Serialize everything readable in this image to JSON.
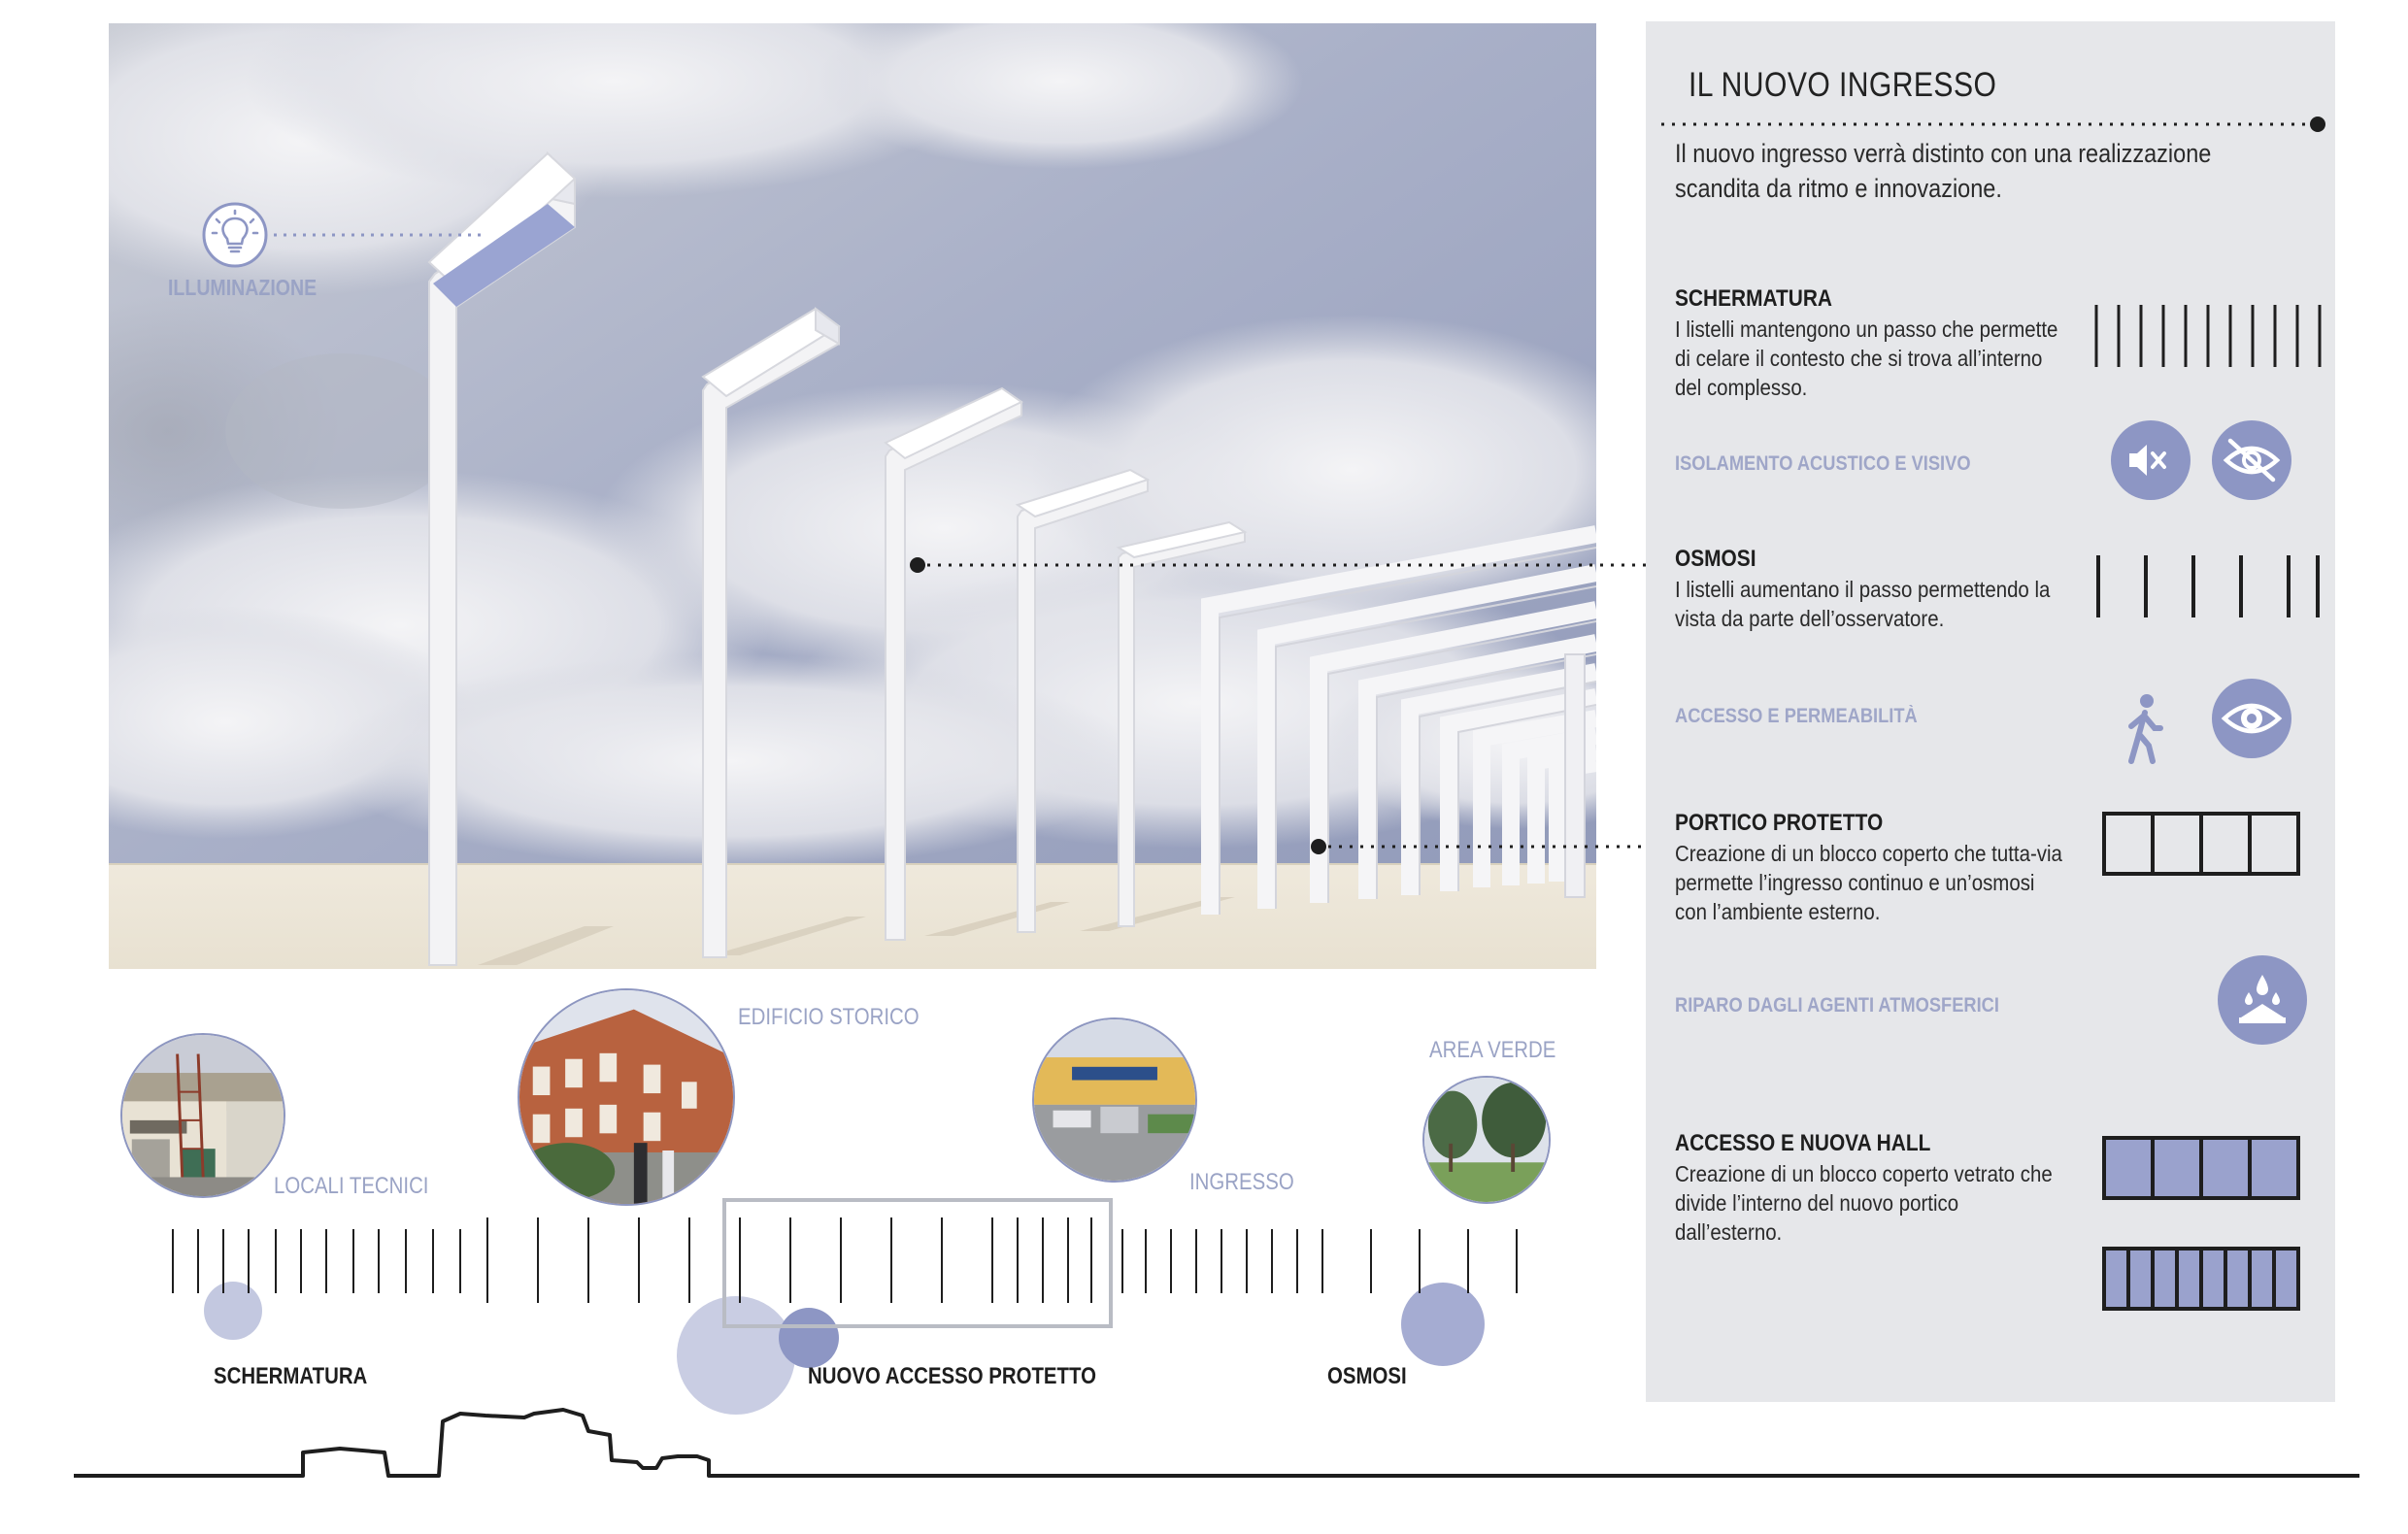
{
  "panel": {
    "title": "IL NUOVO INGRESSO",
    "intro": "Il nuovo ingresso verrà distinto con una realizzazione scandita da ritmo e innovazione.",
    "sections": [
      {
        "heading": "SCHERMATURA",
        "text": "I listelli mantengono un passo che permette di celare il contesto che si trova all’interno del complesso."
      },
      {
        "heading": "OSMOSI",
        "text": "I listelli aumentano il passo permettendo la vista da parte dell’osservatore."
      },
      {
        "heading": "PORTICO PROTETTO",
        "text": "Creazione di un blocco coperto che tutta-via permette l’ingresso continuo e un’osmosi con l’ambiente esterno."
      },
      {
        "heading": "ACCESSO E NUOVA HALL",
        "text": "Creazione di un blocco coperto vetrato che divide l’interno del nuovo portico dall’esterno."
      }
    ],
    "subheadings": [
      "ISOLAMENTO ACUSTICO E VISIVO",
      "ACCESSO E PERMEABILITÀ",
      "RIPARO DAGLI AGENTI ATMOSFERICI"
    ]
  },
  "render": {
    "illumination_label": "ILLUMINAZIONE",
    "icon": "lightbulb-icon"
  },
  "site": {
    "photo_labels": {
      "locali_tecnici": "LOCALI TECNICI",
      "edificio_storico": "EDIFICIO STORICO",
      "ingresso": "INGRESSO",
      "area_verde": "AREA VERDE"
    },
    "zone_labels": {
      "schermatura": "SCHERMATURA",
      "nuovo_accesso": "NUOVO ACCESSO PROTETTO",
      "osmosi": "OSMOSI"
    }
  },
  "icons": [
    "mute-icon",
    "eye-slash-icon",
    "walking-person-icon",
    "eye-icon",
    "rain-shelter-icon"
  ],
  "colors": {
    "panel_bg": "#e6e7ea",
    "accent": "#8d96c4",
    "accent_light": "#c3c8e0",
    "label_muted": "#9fa6c8",
    "text": "#1e1e1e"
  }
}
